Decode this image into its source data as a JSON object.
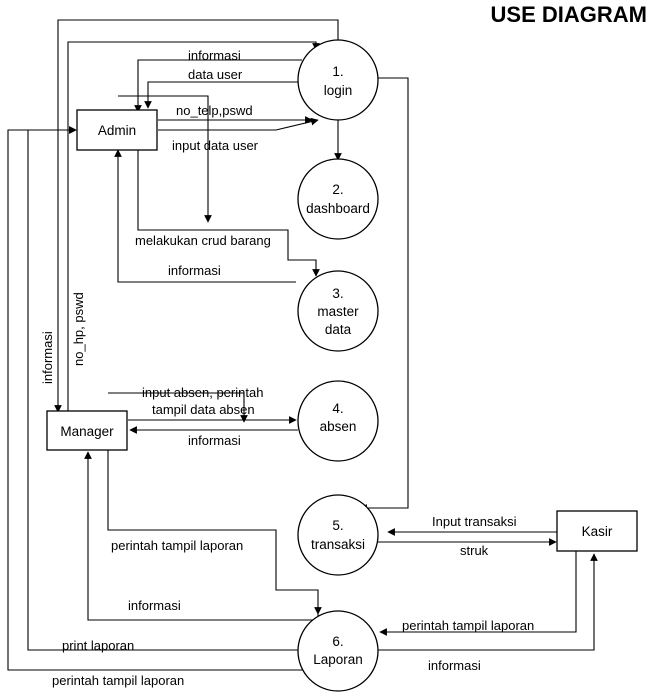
{
  "title": "USE DIAGRAM",
  "processes": [
    {
      "id": "p1",
      "lines": [
        "1.",
        "login"
      ]
    },
    {
      "id": "p2",
      "lines": [
        "2.",
        "dashboard"
      ]
    },
    {
      "id": "p3",
      "lines": [
        "3.",
        "master",
        "data"
      ]
    },
    {
      "id": "p4",
      "lines": [
        "4.",
        "absen"
      ]
    },
    {
      "id": "p5",
      "lines": [
        "5.",
        "transaksi"
      ]
    },
    {
      "id": "p6",
      "lines": [
        "6.",
        "Laporan"
      ]
    }
  ],
  "entities": [
    {
      "id": "admin",
      "label": "Admin"
    },
    {
      "id": "manager",
      "label": "Manager"
    },
    {
      "id": "kasir",
      "label": "Kasir"
    }
  ],
  "flow_labels": {
    "admin_informasi_login": "informasi",
    "admin_data_user": "data user",
    "admin_no_telp": "no_telp,pswd",
    "admin_input_data_user": "input data user",
    "admin_crud": "melakukan crud barang",
    "admin_informasi_master": "informasi",
    "manager_informasi_side": "informasi",
    "manager_no_hp": "no_hp, pswd",
    "manager_input_absen_1": "input absen, perintah",
    "manager_input_absen_2": "tampil data absen",
    "manager_informasi_absen": "informasi",
    "manager_perintah_laporan": "perintah tampil laporan",
    "manager_informasi_laporan": "informasi",
    "print_laporan": "print laporan",
    "perintah_laporan_bottom": "perintah tampil laporan",
    "kasir_input_transaksi": "Input transaksi",
    "kasir_struk": "struk",
    "kasir_perintah_laporan": "perintah tampil laporan",
    "kasir_informasi": "informasi"
  }
}
